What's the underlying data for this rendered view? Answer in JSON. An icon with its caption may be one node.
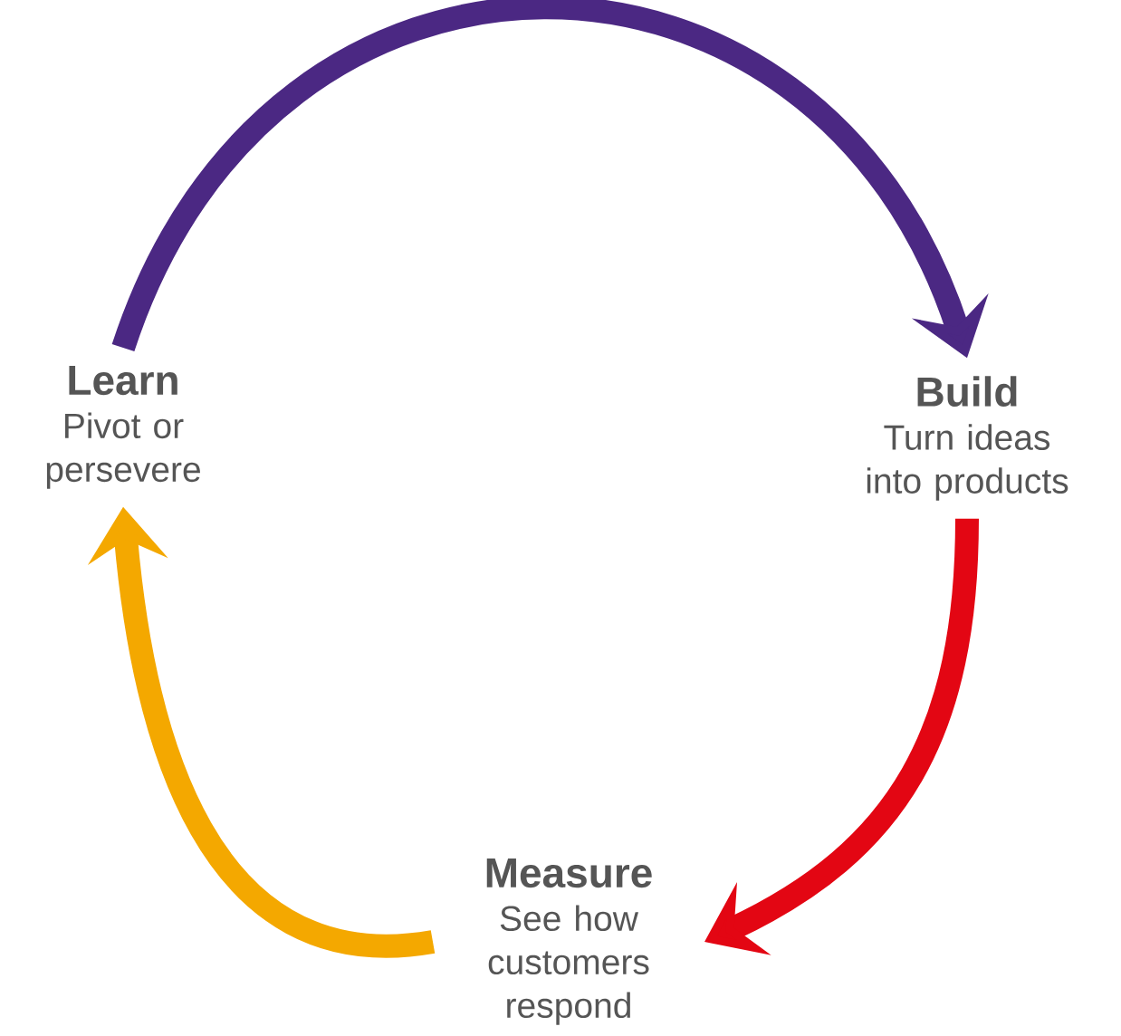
{
  "diagram": {
    "nodes": [
      {
        "text": [
          "Learn",
          "Pivot or persevere"
        ]
      },
      {
        "text": [
          "Build",
          "Turn ideas into products"
        ]
      },
      {
        "text": [
          "Measure",
          "See how customers respond"
        ]
      }
    ],
    "edges": [
      {
        "from": 0,
        "to": 1,
        "arrow": "to",
        "color": "#4b2883"
      },
      {
        "from": 1,
        "to": 2,
        "arrow": "to",
        "color": "#e30613"
      },
      {
        "from": 2,
        "to": 0,
        "arrow": "to",
        "color": "#f4a800"
      }
    ]
  }
}
